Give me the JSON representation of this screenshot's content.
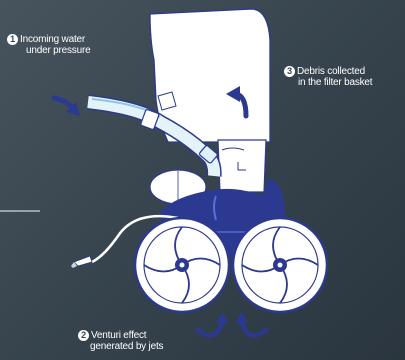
{
  "callouts": [
    {
      "number": "1",
      "line1": "Incoming water",
      "line2": "under pressure"
    },
    {
      "number": "3",
      "line1": "Debris collected",
      "line2": "in the filter basket"
    },
    {
      "number": "2",
      "line1": "Venturi effect",
      "line2": "generated by jets"
    }
  ],
  "colors": {
    "background": "#3b4852",
    "body": "#ffffff",
    "navy": "#2b3990",
    "hose": "#dff0f7",
    "outline": "#2b3990",
    "arrow": "#2b3990"
  }
}
